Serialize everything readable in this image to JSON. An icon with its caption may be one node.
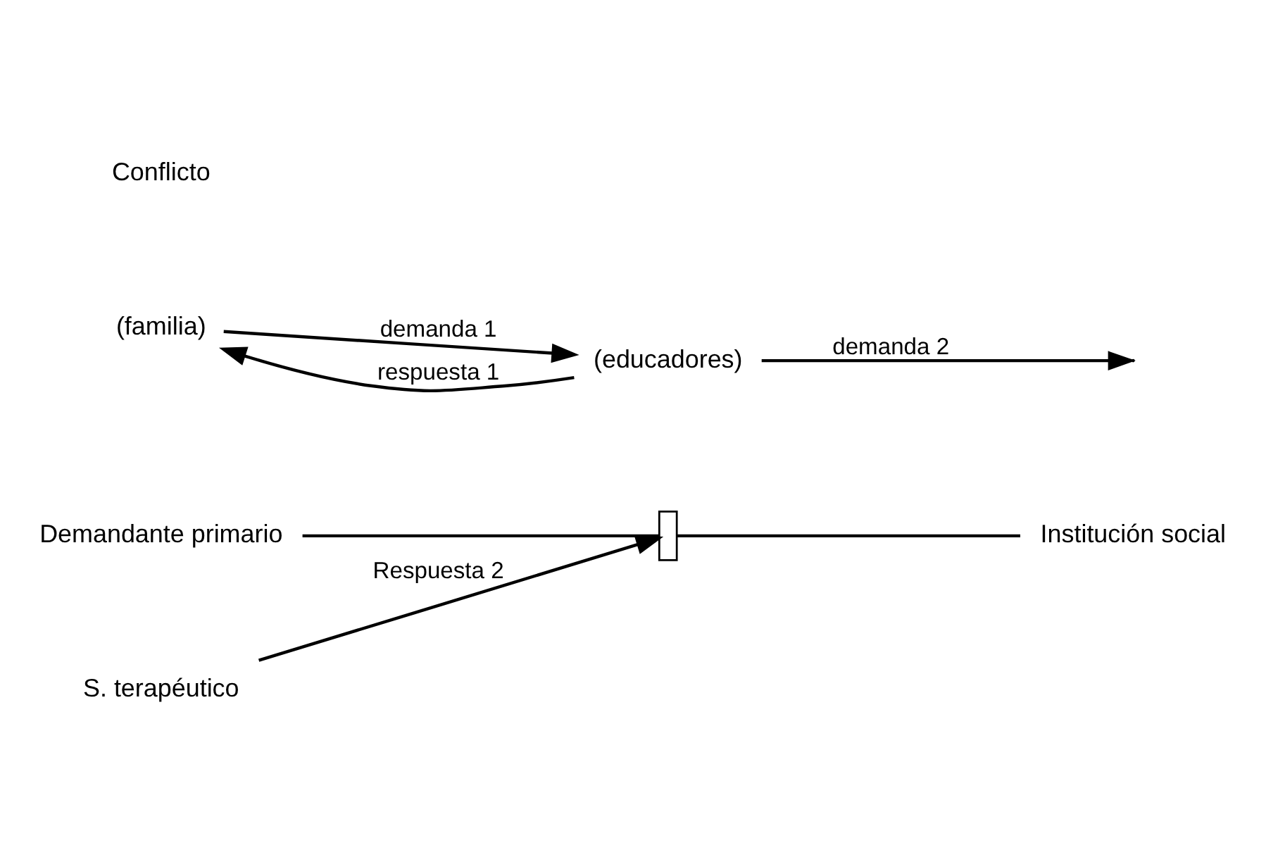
{
  "diagram": {
    "nodes": [
      {
        "text": [
          "Demandante primario"
        ]
      },
      {
        "text": [],
        "shape": "bar"
      },
      {
        "text": [
          "Institución social"
        ]
      },
      {
        "text": [
          "S. terapéutico"
        ]
      },
      {
        "text": [
          "(familia)"
        ]
      },
      {
        "text": [
          "(educadores)"
        ]
      }
    ],
    "edges": [
      {
        "from": 0,
        "to": 1,
        "arrow": "none"
      },
      {
        "from": 1,
        "to": 2,
        "arrow": "none"
      },
      {
        "from": 3,
        "to": 1,
        "arrow": "to",
        "label": "Respuesta 2"
      },
      {
        "from": 4,
        "to": 5,
        "arrow": "to",
        "label": "demanda 1"
      },
      {
        "from": 5,
        "to": 4,
        "arrow": "to",
        "label": "respuesta 1"
      },
      {
        "from": 5,
        "to": null,
        "arrow": "to",
        "label": "demanda 2"
      }
    ],
    "labels": [
      "Conflicto"
    ]
  }
}
